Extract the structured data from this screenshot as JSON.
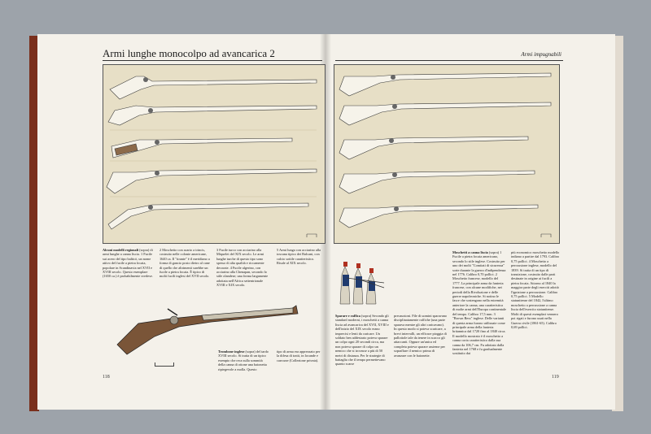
{
  "left_page": {
    "title": "Armi lunghe monocolpo ad avancarica 2",
    "page_number": "118",
    "captions": {
      "c1_head": "Alcuni modelli regionali",
      "c1_body": "(sopra) di armi lunghe a canna liscia. 1 Fucile sui acero del tipo balticò, un nome attivo del fucile a pietra focaia, popolare in Scandinavia nel XVII e XVIII secolo. Questo esemplare (1650 ca.) è probabilmente svedese.",
      "c2": "2 Moschetto con acarto a trincis, costruito nelle colonie americane, 1640 ca. Il \"tirante\" è il meridiano a forma di gancio posto dietro al cane di quello che altrimenti sarebbe un fucile a pietra focaia. È tipico di molti fucili inglesi del XVII secolo.",
      "c3": "3 Fucile turco con acciarino alla Miquelet del XIX secolo. Le armi lunghe turche di questo tipo sono spesso di alta qualità e riccamente decorate. 4 Fucile algerino, con acciarino alla Chenapan, secondo lo stile olandese; una forma largamente adottata nell'Africa settentrionale XVIII e XIX secolo.",
      "c4": "5 Armi lunga con acciarino alla toscana tipico dei Balcani, con calcio sottile caratteristico. Risale al XIX secolo.",
      "tromb_head": "Trombone inglese",
      "tromb_body": "(sopra) del tardo XVIII secolo. Si tratta di un tipico esempio che reca sulla sommità della canna di ottone una baionetta ripiegevole a molla. Questo",
      "tromb_body2": "tipo di arma era apprezzato per la difesa di tratti, in locande e carrozze (Collezione privata)."
    }
  },
  "right_page": {
    "running_head": "Armi impugnabili",
    "page_number": "119",
    "captions": {
      "sparare_head": "Sparare e raffica",
      "sparare_body": "(sopra) Secondo gli standard moderni, i moschetti a canna liscia ad avancarica del XVII, XVIII e dell'inizio del XIX secolo erano imprecisi e lenti da caricare. Un soldato ben addestrato poteva sparare un colpo ogni 20 secondi circa, ma non poteva sparare di colpo un nemico che si trovasse a più di 50 metri di distanza. Per le strategie di battaglia che il tempo permettevano quanto scarse",
      "sparare_body2": "precauzioni. File di uomini sparavano disciplinatamente raffiche (una parte sparava mentre gli altri caricavano). In questo modo si poteva scaricare, a brevi intervalli, un efficace pioggia di pallottole tale da tenere in scacco gli attaccanti. Oppure un'unica ed completa poteva sparare assieme per sopraffare il nemico prima di avanzare con le baionette.",
      "musket_head": "Moschetti a canna liscia",
      "musket_body": "(sopra) 1 Fucile a pietra focaia americano, secondo lo stile inglese. Costruito per uno dei molti \"Comitati di sicurezza\" sorte durante la guerra d'indipendenza nel 1776. Calibro 0,70 pollici. 2 Moschetto francese, modello del 1777. La principale arma da fanteria francese, con alcune modifiche, nei periodi della Rivoluzione e delle guerre napoleoniche. Si notino le fasce che sostengono nella estremità anteriore la canna, una caratteristica di molte armi dell'Europa continentale del tempo. Calibro 17,5 mm. 3 \"Brown Bess\" inglese. Delle varianti di questa arma furono utilizzate come principale arma della fanteria britannica dal 1720 fino al 1840 circa. Il modello mostrato è il moschetto a canna corta caratteristico dalla sua canna da 106,7 cm. Fu adottato dalla fanteria nel 1768 e fu gradualmente sostituito dai",
      "musket_body2": "più economico moschetto modello indiano a partire dal 1793. Calibro 0,75 pollici. 4 Moschetto a percussione inglese, modello del 1839. Si tratta di un tipo di transizione, costruito dalle parti destinate in origine ai fucili a pietra focaia. Attorno al 1840 la maggior parte degli eserciti adottò l'ignizione a percussione. Calibro 0,75 pollici. 5 Modello statunitense del 1842, l'ultimo moschetto a percussione a canna liscia dell'esercito statunitense. Molti di questi esemplari vennero poi rigati e furono usati nella Guerra civile (1861-65). Calibro 0,69 pollici."
    }
  },
  "colors": {
    "plate_bg": "#e7dfc6",
    "paper": "#f4f1ea",
    "backdrop": "#9da3aa",
    "cover_spine": "#7a2f1c"
  }
}
